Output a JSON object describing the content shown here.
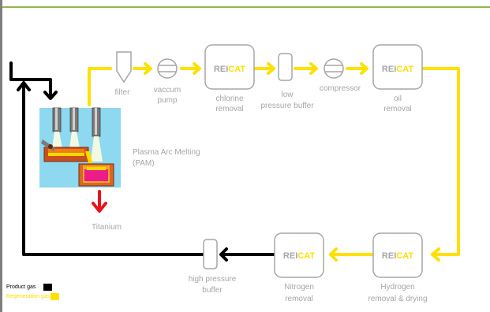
{
  "colors": {
    "product_gas": "#000000",
    "regeneration_gas": "#ffe000",
    "arrow_red": "#e8141c",
    "frame_green": "#8fb84a",
    "label_gray": "#a6a6a6"
  },
  "logo_text": "REICAT",
  "components": {
    "filter": "filter",
    "vacuum_pump_1": "vaccum",
    "vacuum_pump_2": "pump",
    "chlorine_1": "chlorine",
    "chlorine_2": "removal",
    "lp_buffer_1": "low",
    "lp_buffer_2": "pressure buffer",
    "compressor": "compressor",
    "oil_1": "oil",
    "oil_2": "removal",
    "pam_1": "Plasma Arc Melting",
    "pam_2": "(PAM)",
    "titanium": "Titanium",
    "hp_buffer_1": "high pressure",
    "hp_buffer_2": "buffer",
    "nitrogen_1": "Nitrogen",
    "nitrogen_2": "removal",
    "hydrogen_1": "Hydrogen",
    "hydrogen_2": "removal & drying"
  },
  "legend": {
    "product": "Product gas",
    "regeneration": "Regeneration gas"
  }
}
